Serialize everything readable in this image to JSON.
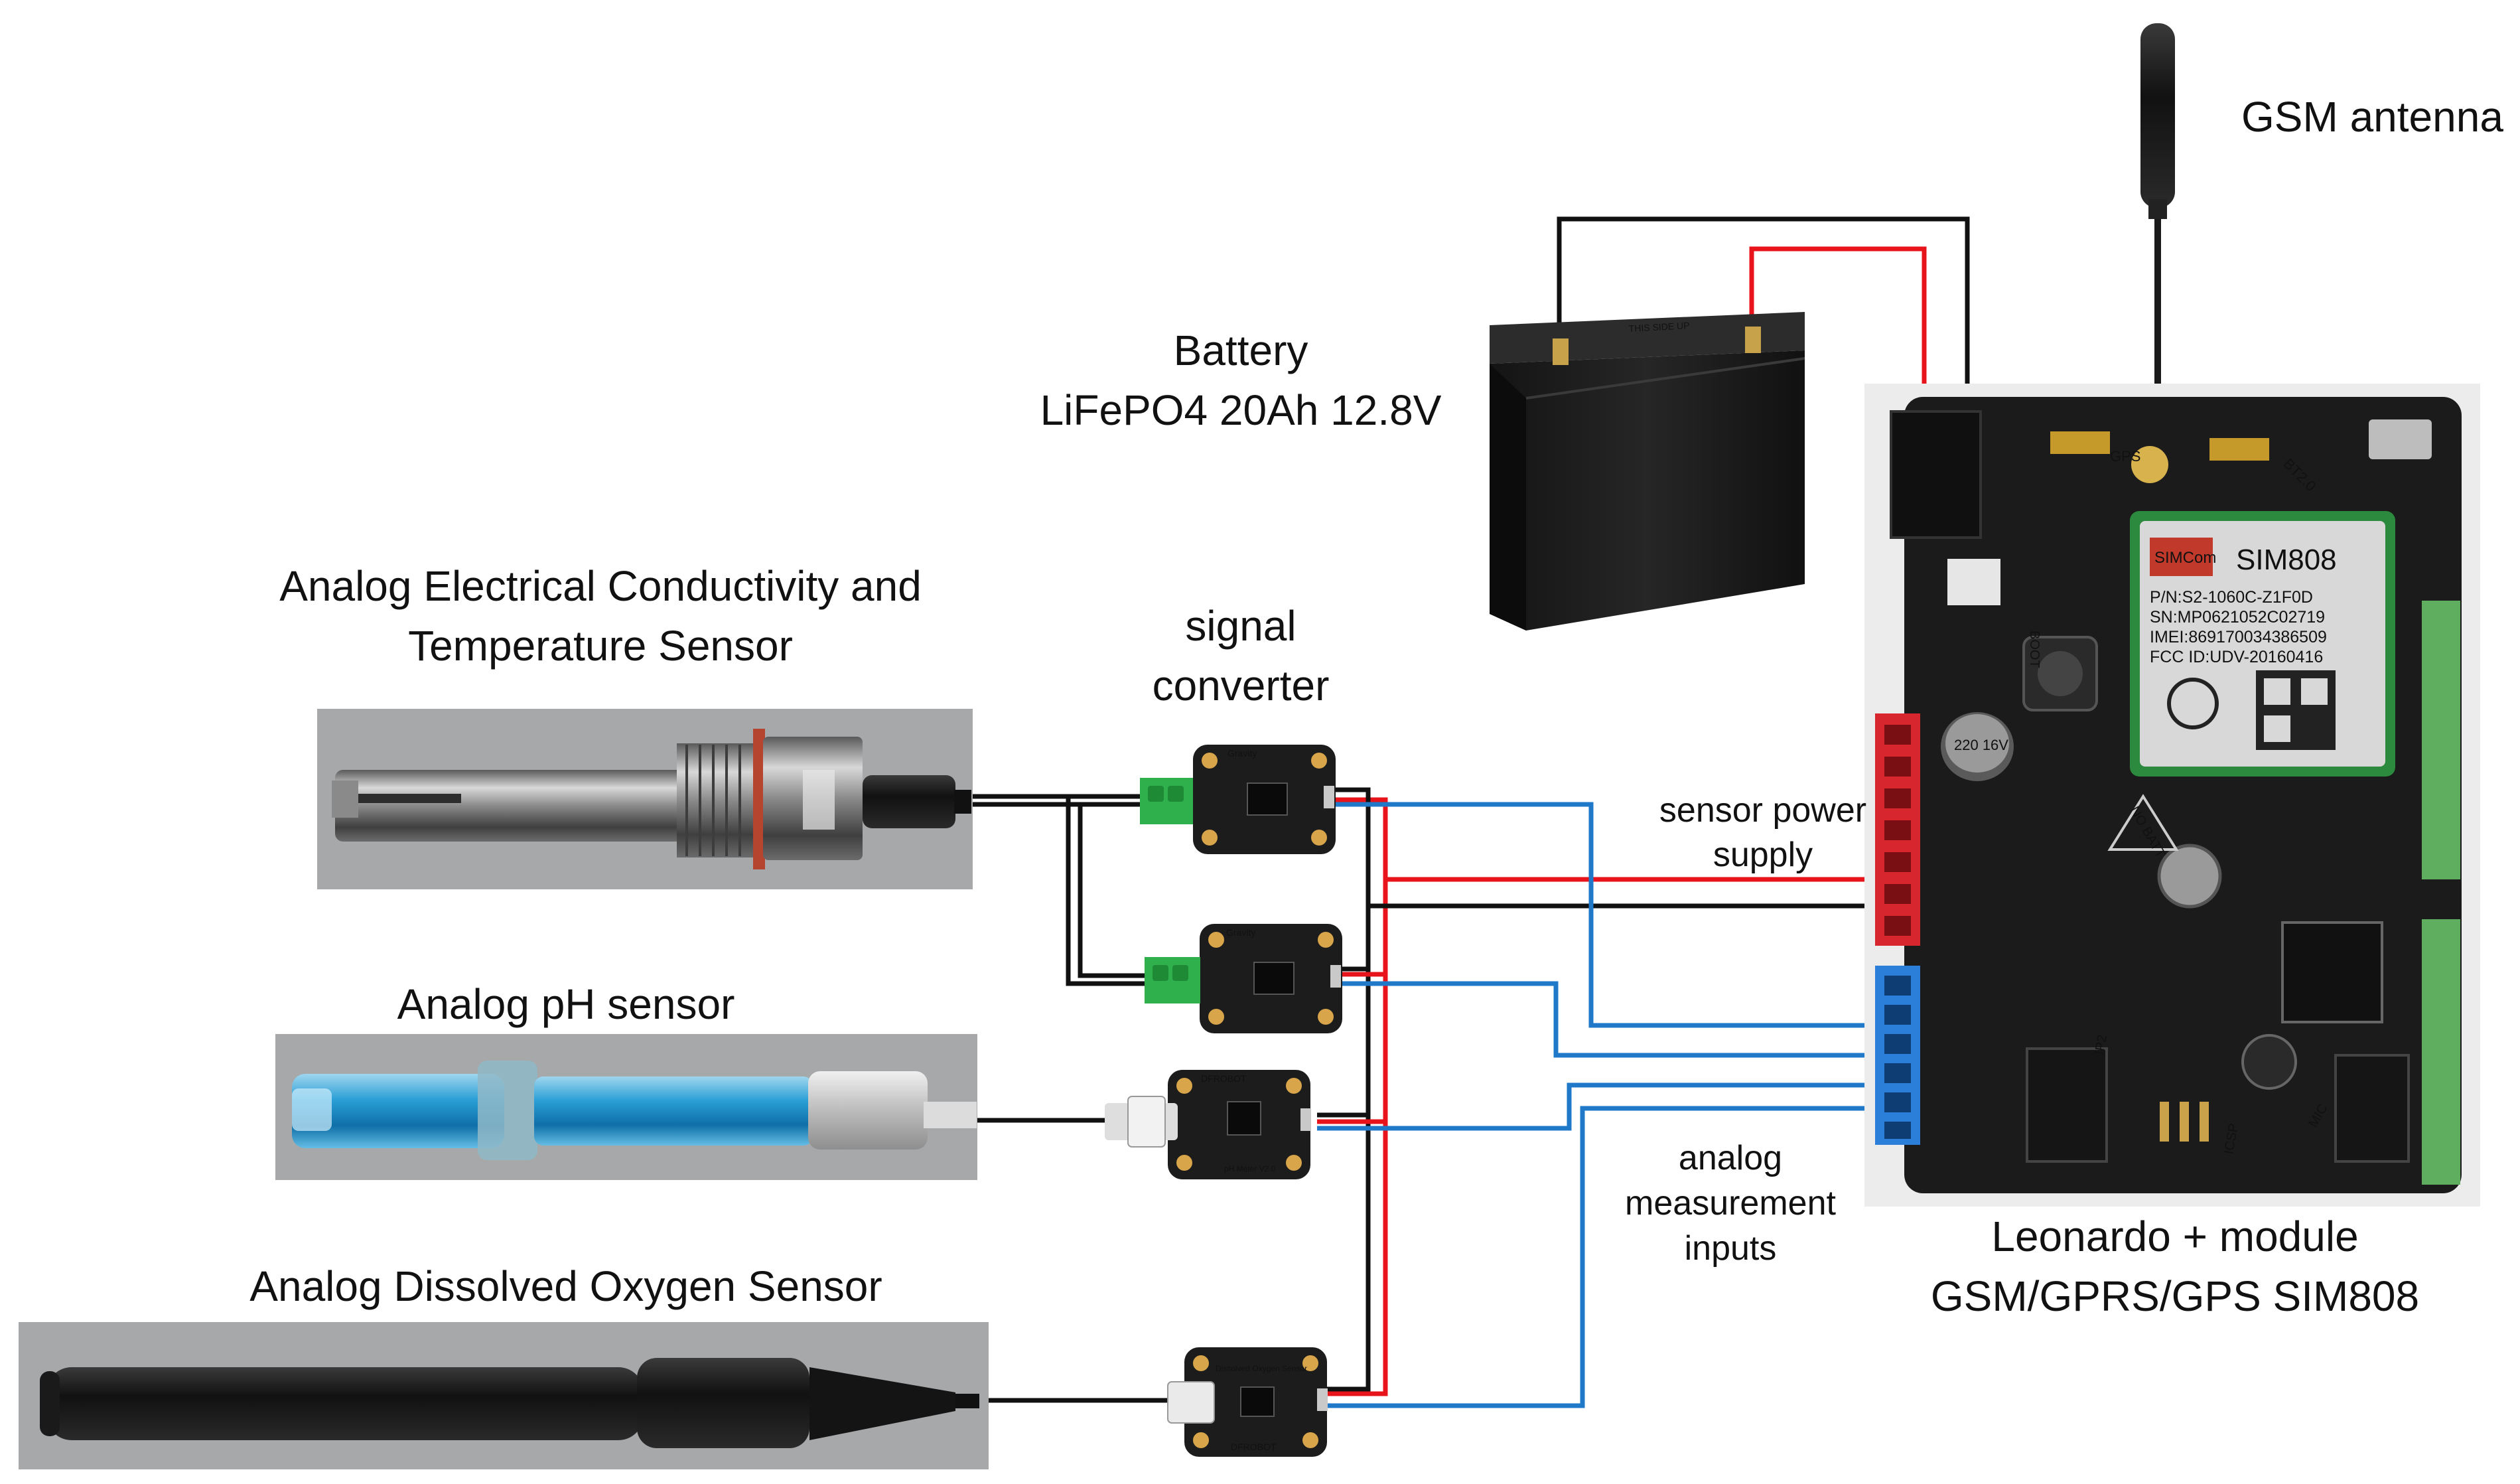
{
  "labels": {
    "gsm_antenna": "GSM antenna",
    "battery_line1": "Battery",
    "battery_line2": "LiFePO4 20Ah 12.8V",
    "ec_sensor_line1": "Analog Electrical Conductivity and",
    "ec_sensor_line2": "Temperature Sensor",
    "signal_converter_line1": "signal",
    "signal_converter_line2": "converter",
    "sensor_power_line1": "sensor power",
    "sensor_power_line2": "supply",
    "ph_sensor": "Analog pH sensor",
    "analog_inputs_line1": "analog",
    "analog_inputs_line2": "measurement",
    "analog_inputs_line3": "inputs",
    "leonardo_line1": "Leonardo + module",
    "leonardo_line2": "GSM/GPRS/GPS SIM808",
    "do_sensor": "Analog Dissolved Oxygen Sensor"
  },
  "board_markings": {
    "sim808_title": "SIM808",
    "sim808_pn": "P/N:S2-1060C-Z1F0D",
    "sim808_sn": "SN:MP0621052C02719",
    "sim808_imei": "IMEI:869170034386509",
    "sim808_fcc": "FCC ID:UDV-20160416",
    "simcom_logo": "SIMCom",
    "battery_top": "THIS SIDE UP",
    "dfrobot": "DFROBOT",
    "gravity": "Gravity",
    "no_batt": "NO BATT",
    "boot": "BOOT",
    "cap_value": "220 16V",
    "ph_meter": "pH Meter V2.0",
    "do_title": "Dissolved Oxygen Sensor",
    "gps": "GPS",
    "bt": "BT2.0",
    "icsp": "ICSP",
    "mic": "MIC",
    "ip2": "IP2"
  },
  "colors": {
    "wire_red": "#e8141b",
    "wire_black": "#111111",
    "wire_blue": "#1f78c8",
    "pcb": "#1b1b1b",
    "header_red": "#d8262e",
    "header_blue": "#2b7fd8",
    "header_green": "#5fae5f",
    "photo_bg": "#a6a8aa"
  }
}
